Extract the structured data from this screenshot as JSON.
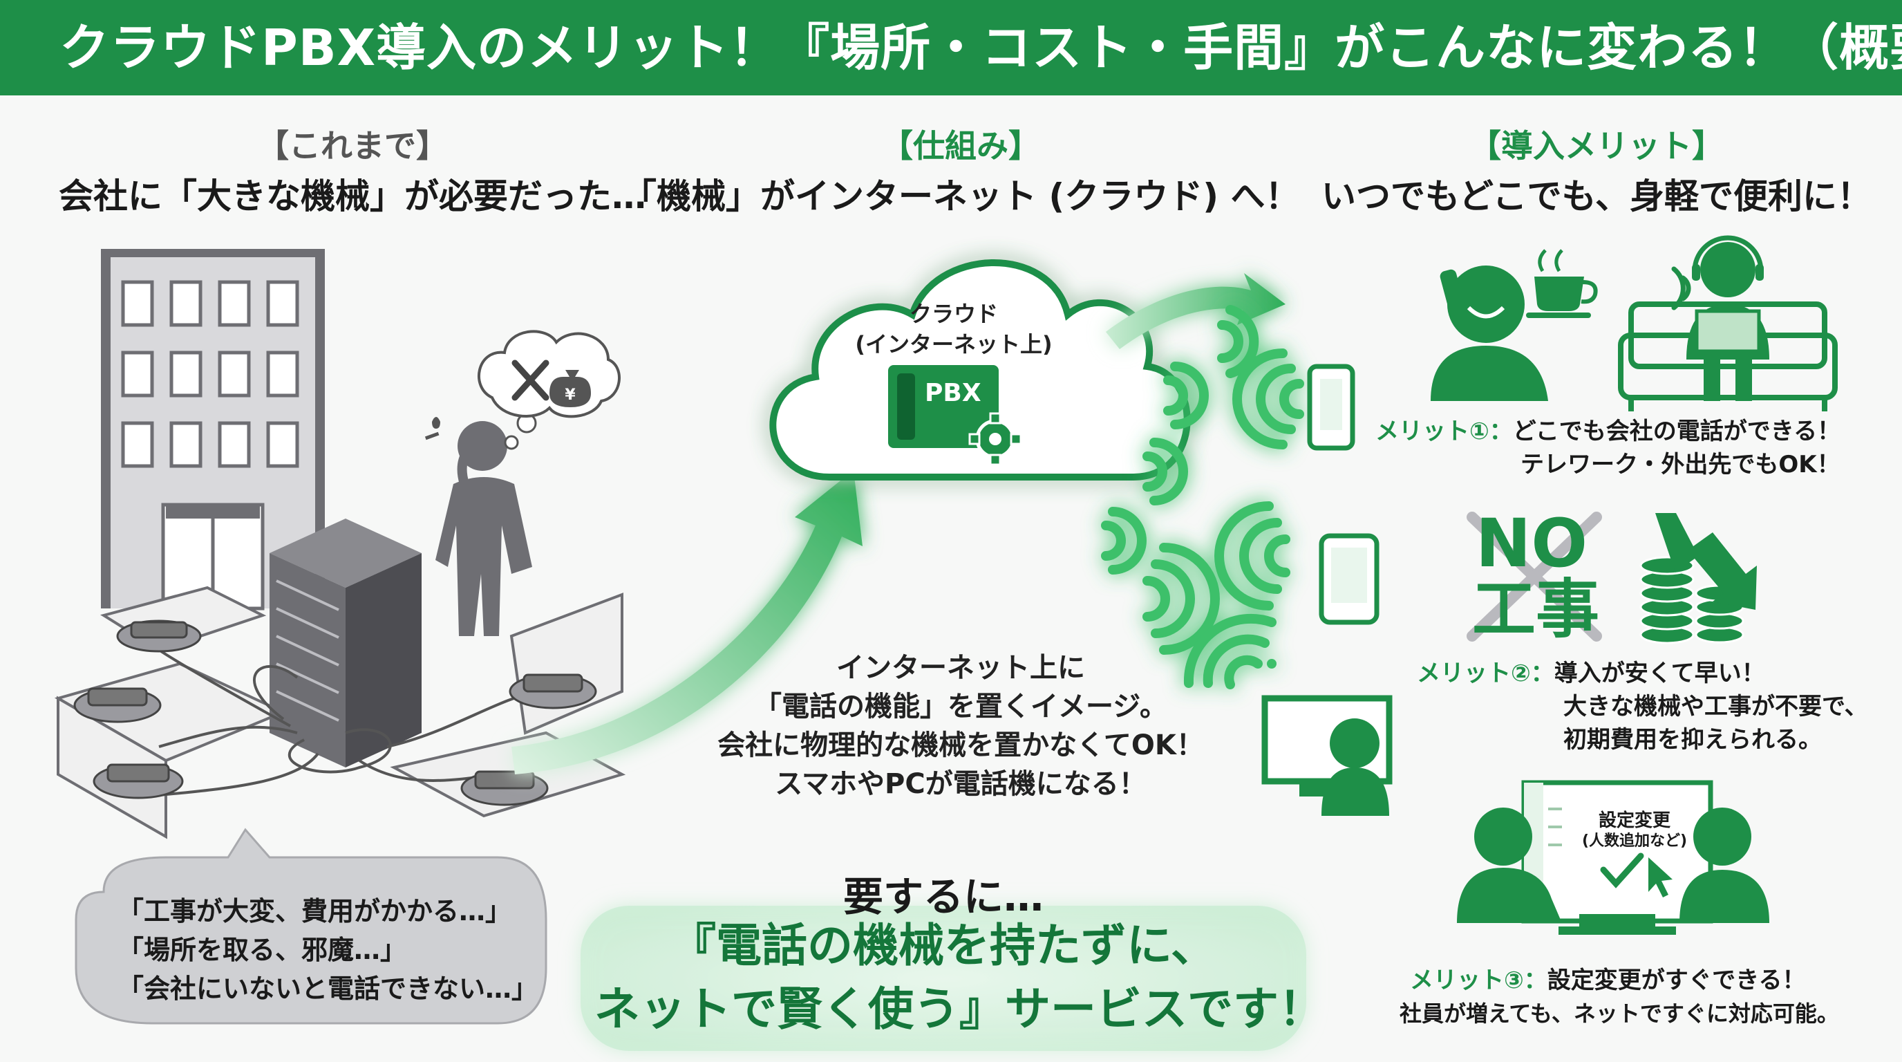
{
  "header": {
    "title": "クラウドPBX導入のメリット！『場所・コスト・手間』がこんなに変わる！（概要）"
  },
  "left": {
    "tag": "【これまで】",
    "subtitle": "会社に「大きな機械」が必要だった…",
    "bubble_lines": [
      "「工事が大変、費用がかかる…」",
      "「場所を取る、邪魔…」",
      "「会社にいないと電話できない…」"
    ],
    "thought_icons": [
      "tools-icon",
      "yen-money-bag-icon"
    ]
  },
  "middle": {
    "tag": "【仕組み】",
    "subtitle": "「機械」がインターネット (クラウド) へ！",
    "cloud_label_1": "クラウド",
    "cloud_label_2": "(インターネット上)",
    "pbx_label": "PBX",
    "description_lines": [
      "インターネット上に",
      "「電話の機能」を置くイメージ。",
      "会社に物理的な機械を置かなくてOK！",
      "スマホやPCが電話機になる！"
    ]
  },
  "right": {
    "tag": "【導入メリット】",
    "subtitle": "いつでもどこでも、身軽で便利に！",
    "merit1": {
      "label": "メリット①：",
      "line1": "どこでも会社の電話ができる！",
      "line2": "テレワーク・外出先でもOK！"
    },
    "merit2": {
      "label": "メリット②：",
      "line1": "導入が安くて早い！",
      "line2": "大きな機械や工事が不要で、",
      "line3": "初期費用を抑えられる。"
    },
    "merit3": {
      "label": "メリット③：",
      "line1": "設定変更がすぐできる！",
      "line2": "社員が増えても、ネットですぐに対応可能。"
    },
    "no_work_1": "NO",
    "no_work_2": "工事",
    "screen_text_1": "設定変更",
    "screen_text_2": "(人数追加など)"
  },
  "summary": {
    "lead": "要するに…",
    "line1": "『電話の機械を持たずに、",
    "line2": "ネットで賢く使う』サービスです！"
  },
  "colors": {
    "brand_green": "#1e8f48",
    "glow_green": "#5fd37e",
    "gray": "#6e6e73"
  }
}
